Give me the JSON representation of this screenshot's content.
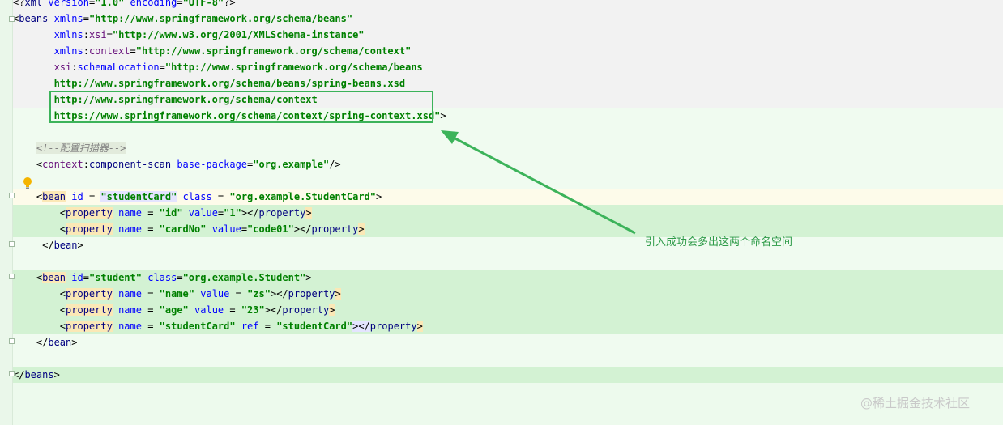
{
  "editor": {
    "lines": [
      {
        "t": [
          [
            "punct",
            "<?"
          ],
          [
            "tag",
            "xml"
          ],
          [
            "punct",
            " "
          ],
          [
            "attr",
            "version"
          ],
          [
            "punct",
            "="
          ],
          [
            "val",
            "\"1.0\""
          ],
          [
            "punct",
            " "
          ],
          [
            "attr",
            "encoding"
          ],
          [
            "punct",
            "="
          ],
          [
            "val",
            "\"UTF-8\""
          ],
          [
            "punct",
            "?>"
          ]
        ]
      },
      {
        "t": [
          [
            "punct",
            "<"
          ],
          [
            "tag",
            "beans"
          ],
          [
            "punct",
            " "
          ],
          [
            "attr",
            "xmlns"
          ],
          [
            "punct",
            "="
          ],
          [
            "val",
            "\"http://www.springframework.org/schema/beans\""
          ]
        ]
      },
      {
        "t": [
          [
            "punct",
            "       "
          ],
          [
            "attr",
            "xmlns"
          ],
          [
            "punct",
            ":"
          ],
          [
            "ns",
            "xsi"
          ],
          [
            "punct",
            "="
          ],
          [
            "val",
            "\"http://www.w3.org/2001/XMLSchema-instance\""
          ]
        ]
      },
      {
        "t": [
          [
            "punct",
            "       "
          ],
          [
            "attr",
            "xmlns"
          ],
          [
            "punct",
            ":"
          ],
          [
            "ns",
            "context"
          ],
          [
            "punct",
            "="
          ],
          [
            "val",
            "\"http://www.springframework.org/schema/context\""
          ]
        ]
      },
      {
        "t": [
          [
            "punct",
            "       "
          ],
          [
            "ns",
            "xsi"
          ],
          [
            "punct",
            ":"
          ],
          [
            "attr",
            "schemaLocation"
          ],
          [
            "punct",
            "="
          ],
          [
            "val",
            "\"http://www.springframework.org/schema/beans"
          ]
        ]
      },
      {
        "t": [
          [
            "val",
            "       http://www.springframework.org/schema/beans/spring-beans.xsd"
          ]
        ]
      },
      {
        "t": [
          [
            "val",
            "       http://www.springframework.org/schema/context"
          ]
        ]
      },
      {
        "t": [
          [
            "val",
            "       https://www.springframework.org/schema/context/spring-context.xsd\""
          ],
          [
            "punct",
            ">"
          ]
        ]
      },
      {
        "t": []
      },
      {
        "t": [
          [
            "punct",
            "    "
          ],
          [
            "comment",
            "<!--配置扫描器-->"
          ]
        ]
      },
      {
        "t": [
          [
            "punct",
            "    <"
          ],
          [
            "ns",
            "context"
          ],
          [
            "punct",
            ":"
          ],
          [
            "tag",
            "component-scan"
          ],
          [
            "punct",
            " "
          ],
          [
            "attr",
            "base-package"
          ],
          [
            "punct",
            "="
          ],
          [
            "val",
            "\"org.example\""
          ],
          [
            "punct",
            "/>"
          ]
        ]
      },
      {
        "t": []
      },
      {
        "t": [
          [
            "punct",
            "    <"
          ],
          [
            "tag",
            "bean"
          ],
          [
            "punct",
            " "
          ],
          [
            "attr",
            "id"
          ],
          [
            "punct",
            " = "
          ],
          [
            "val",
            "\"studentCard\""
          ],
          [
            "punct",
            " "
          ],
          [
            "attr",
            "class"
          ],
          [
            "punct",
            " = "
          ],
          [
            "val",
            "\"org.example.StudentCard\""
          ],
          [
            "punct",
            ">"
          ]
        ]
      },
      {
        "t": [
          [
            "punct",
            "        <"
          ],
          [
            "tag",
            "property"
          ],
          [
            "punct",
            " "
          ],
          [
            "attr",
            "name"
          ],
          [
            "punct",
            " = "
          ],
          [
            "val",
            "\"id\""
          ],
          [
            "punct",
            " "
          ],
          [
            "attr",
            "value"
          ],
          [
            "punct",
            "="
          ],
          [
            "val",
            "\"1\""
          ],
          [
            "punct",
            "></"
          ],
          [
            "tag",
            "property"
          ],
          [
            "punct",
            ">"
          ]
        ]
      },
      {
        "t": [
          [
            "punct",
            "        <"
          ],
          [
            "tag",
            "property"
          ],
          [
            "punct",
            " "
          ],
          [
            "attr",
            "name"
          ],
          [
            "punct",
            " = "
          ],
          [
            "val",
            "\"cardNo\""
          ],
          [
            "punct",
            " "
          ],
          [
            "attr",
            "value"
          ],
          [
            "punct",
            "="
          ],
          [
            "val",
            "\"code01\""
          ],
          [
            "punct",
            "></"
          ],
          [
            "tag",
            "property"
          ],
          [
            "punct",
            ">"
          ]
        ]
      },
      {
        "t": [
          [
            "punct",
            "     </"
          ],
          [
            "tag",
            "bean"
          ],
          [
            "punct",
            ">"
          ]
        ]
      },
      {
        "t": []
      },
      {
        "t": [
          [
            "punct",
            "    <"
          ],
          [
            "tag",
            "bean"
          ],
          [
            "punct",
            " "
          ],
          [
            "attr",
            "id"
          ],
          [
            "punct",
            "="
          ],
          [
            "val",
            "\"student\""
          ],
          [
            "punct",
            " "
          ],
          [
            "attr",
            "class"
          ],
          [
            "punct",
            "="
          ],
          [
            "val",
            "\"org.example.Student\""
          ],
          [
            "punct",
            ">"
          ]
        ]
      },
      {
        "t": [
          [
            "punct",
            "        <"
          ],
          [
            "tag",
            "property"
          ],
          [
            "punct",
            " "
          ],
          [
            "attr",
            "name"
          ],
          [
            "punct",
            " = "
          ],
          [
            "val",
            "\"name\""
          ],
          [
            "punct",
            " "
          ],
          [
            "attr",
            "value"
          ],
          [
            "punct",
            " = "
          ],
          [
            "val",
            "\"zs\""
          ],
          [
            "punct",
            "></"
          ],
          [
            "tag",
            "property"
          ],
          [
            "punct",
            ">"
          ]
        ]
      },
      {
        "t": [
          [
            "punct",
            "        <"
          ],
          [
            "tag",
            "property"
          ],
          [
            "punct",
            " "
          ],
          [
            "attr",
            "name"
          ],
          [
            "punct",
            " = "
          ],
          [
            "val",
            "\"age\""
          ],
          [
            "punct",
            " "
          ],
          [
            "attr",
            "value"
          ],
          [
            "punct",
            " = "
          ],
          [
            "val",
            "\"23\""
          ],
          [
            "punct",
            "></"
          ],
          [
            "tag",
            "property"
          ],
          [
            "punct",
            ">"
          ]
        ]
      },
      {
        "t": [
          [
            "punct",
            "        <"
          ],
          [
            "tag",
            "property"
          ],
          [
            "punct",
            " "
          ],
          [
            "attr",
            "name"
          ],
          [
            "punct",
            " = "
          ],
          [
            "val",
            "\"studentCard\""
          ],
          [
            "punct",
            " "
          ],
          [
            "attr",
            "ref"
          ],
          [
            "punct",
            " = "
          ],
          [
            "val",
            "\"studentCard\""
          ],
          [
            "punct",
            "></"
          ],
          [
            "tag",
            "property"
          ],
          [
            "punct",
            ">"
          ]
        ]
      },
      {
        "t": [
          [
            "punct",
            "    </"
          ],
          [
            "tag",
            "bean"
          ],
          [
            "punct",
            ">"
          ]
        ]
      },
      {
        "t": []
      },
      {
        "t": [
          [
            "punct",
            "</"
          ],
          [
            "tag",
            "beans"
          ],
          [
            "punct",
            ">"
          ]
        ]
      }
    ]
  },
  "annotation": {
    "text": "引入成功会多出这两个命名空间"
  },
  "watermark": {
    "text": "@稀土掘金技术社区"
  },
  "colors": {
    "annotation": "#3cb35a",
    "tag": "#000080",
    "attribute": "#0000ff",
    "namespace": "#660e7a",
    "value": "#008000"
  },
  "icons": [
    "lightbulb-icon",
    "fold-marker-icon"
  ]
}
